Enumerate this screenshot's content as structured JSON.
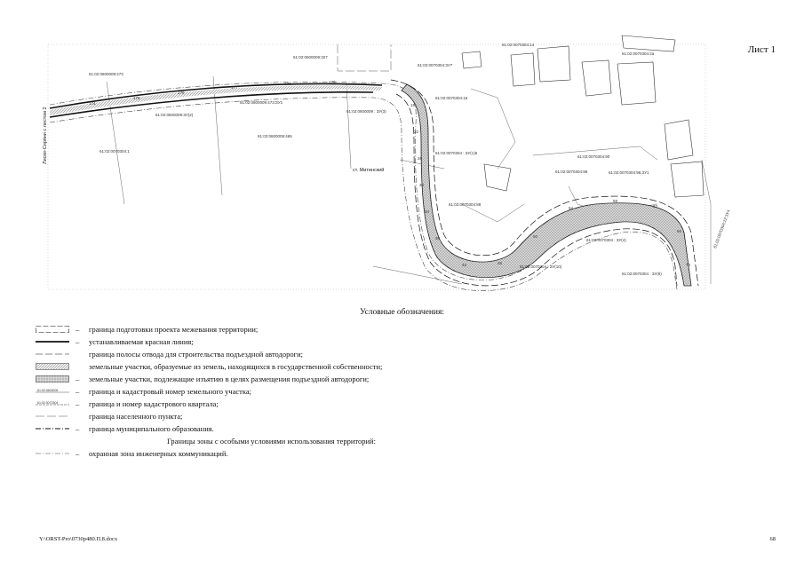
{
  "sheet": {
    "label": "Лист 1",
    "footer_path": "Y:\\ORST-Pro\\0730p480.П.8.docx",
    "page_number": "68"
  },
  "map": {
    "side_label": "Лиски-Сиряни с листом 2",
    "settlement_label": "ст. Митинский",
    "parcel_labels": [
      "61:02:0600009:473",
      "61:02:0600009:327",
      "61:02:0600009:ЗУ(2)",
      "61:02:0600009:473:ЗУ1",
      "61:02:0600009 : ЗУ(3)",
      "61:02:0600009:465",
      "61:02:0070304:ЗУ7",
      "61:02:0070304:1",
      "61:02:0070304 : ЗУ(1)5",
      "61:02:0070304:16",
      "61:02:0070304:14",
      "61:02:0070304:2а",
      "61:02:0070304:90",
      "61:02:0070304:96",
      "61:02:0070304:96:ЗУ1",
      "61:02:0070304 : ЗУ(4)",
      "61:02:0070304 : ЗУ(10)",
      "61:02:0070304 : ЗУ(8)",
      "61:02:0070304:88",
      "61:02:0070304:22:ЗУ4"
    ]
  },
  "legend": {
    "title": "Условные обозначения:",
    "items": [
      {
        "text": "граница подготовки проекта межевания территории;",
        "dash": "–"
      },
      {
        "text": "устанавливаемая красная линия;",
        "dash": "–"
      },
      {
        "text": "граница полосы отвода для строительства подъездной автодороги;",
        "dash": ""
      },
      {
        "text": "земельные участки, образуемые из земель, находящихся в государственной собственности;",
        "dash": ""
      },
      {
        "text": "земельные участки, подлежащие изъятию в целях размещения подъездной автодороги;",
        "dash": "–"
      },
      {
        "text": "граница и кадастровый номер земельного участка;",
        "dash": "–"
      },
      {
        "text": "граница и номер кадастрового квартала;",
        "dash": "–"
      },
      {
        "text": "граница населенного пункта;",
        "dash": ""
      },
      {
        "text": "граница муниципального образования.",
        "dash": "–"
      }
    ],
    "subtitle": "Границы зоны с особыми условиями использования территорий:",
    "zone_item": {
      "text": "охранная зона инженерных коммуникаций.",
      "dash": "–"
    },
    "symbol_labels": {
      "cadastral": "61:02:0600009",
      "quarter": "61:02:0070304"
    }
  },
  "colors": {
    "ink": "#111111",
    "grey": "#555555",
    "fill": "#b8b8b8"
  }
}
